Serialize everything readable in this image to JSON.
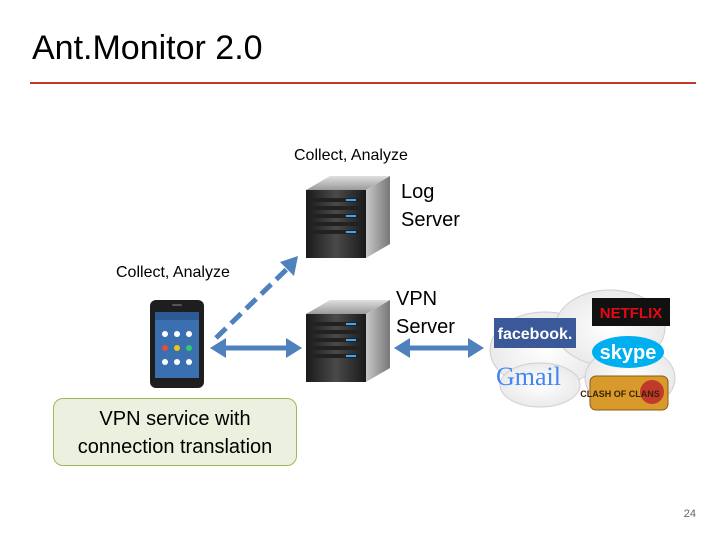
{
  "slide": {
    "title": "Ant.Monitor 2.0",
    "page_number": "24"
  },
  "labels": {
    "top_collect": "Collect, Analyze",
    "left_collect": "Collect, Analyze",
    "log_server_line1": "Log",
    "log_server_line2": "Server",
    "vpn_server_line1": "VPN",
    "vpn_server_line2": "Server",
    "note_line1": "VPN service with",
    "note_line2": "connection translation"
  },
  "logos": {
    "facebook": "facebook.",
    "netflix": "NETFLIX",
    "skype": "skype",
    "gmail": "Gmail",
    "clash": "CLASH OF CLANS"
  },
  "colors": {
    "accent_rule": "#c0392b",
    "arrow": "#4f81bd",
    "note_fill": "#ebf1de",
    "note_border": "#9bbb59"
  }
}
